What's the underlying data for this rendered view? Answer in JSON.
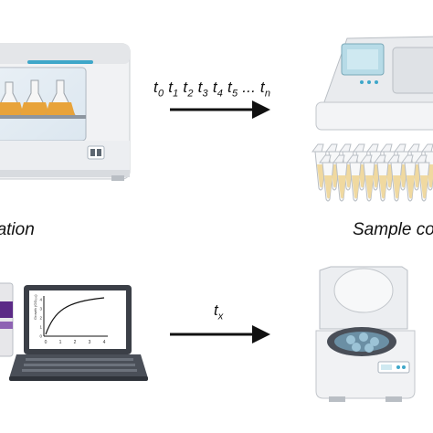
{
  "labels": {
    "incubation": "bation",
    "sample_collection": "Sample co"
  },
  "timepoints": {
    "symbol": "t",
    "subscripts": [
      "0",
      "1",
      "2",
      "3",
      "4",
      "5"
    ],
    "ellipsis": "...",
    "last_subscript": "n"
  },
  "centrifuge_time": {
    "symbol": "t",
    "subscript": "x"
  },
  "laptop_chart": {
    "ylabel": "Growth (OD₆₀₀)",
    "x_ticks": [
      "0",
      "1",
      "2",
      "3",
      "4"
    ],
    "y_ticks": [
      "0",
      "1",
      "2",
      "3",
      "4"
    ]
  },
  "colors": {
    "arrow": "#111111",
    "flask_liquid": "#e8a33a",
    "tube_liquid": "#f0d9a0",
    "laptop_frame": "#3b3f47",
    "purple_band": "#5b2a86",
    "cyan_accent": "#3fa7c9"
  }
}
